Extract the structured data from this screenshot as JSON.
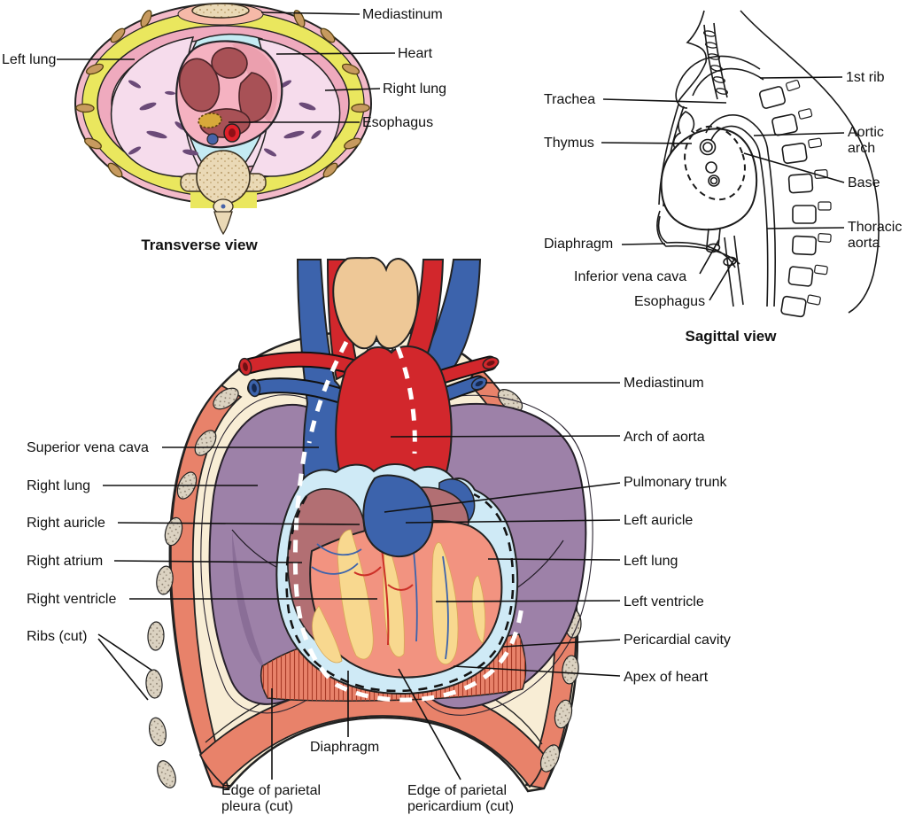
{
  "views": {
    "transverse": {
      "caption": "Transverse view",
      "labels": {
        "left_lung": "Left lung",
        "mediastinum": "Mediastinum",
        "heart": "Heart",
        "right_lung": "Right lung",
        "esophagus": "Esophagus"
      }
    },
    "sagittal": {
      "caption": "Sagittal view",
      "labels": {
        "first_rib": "1st rib",
        "trachea": "Trachea",
        "aortic_arch": "Aortic arch",
        "thymus": "Thymus",
        "base": "Base",
        "thoracic_aorta": "Thoracic aorta",
        "diaphragm": "Diaphragm",
        "inferior_vena_cava": "Inferior vena cava",
        "esophagus": "Esophagus"
      }
    },
    "anterior": {
      "labels": {
        "mediastinum": "Mediastinum",
        "superior_vena_cava": "Superior vena cava",
        "arch_of_aorta": "Arch of aorta",
        "right_lung": "Right lung",
        "pulmonary_trunk": "Pulmonary trunk",
        "right_auricle": "Right auricle",
        "left_auricle": "Left auricle",
        "right_atrium": "Right atrium",
        "left_lung": "Left lung",
        "right_ventricle": "Right ventricle",
        "left_ventricle": "Left ventricle",
        "ribs_cut": "Ribs (cut)",
        "pericardial_cavity": "Pericardial cavity",
        "apex_of_heart": "Apex of heart",
        "diaphragm": "Diaphragm",
        "edge_of_parietal_pleura_cut": "Edge of parietal pleura (cut)",
        "edge_of_parietal_pericardium_cut": "Edge of parietal pericardium (cut)"
      }
    }
  },
  "palette": {
    "body_wall_salmon": "#e8826a",
    "rib_marrow_beige": "#dbd2c1",
    "chest_cream": "#f8edd5",
    "lung_purple": "#9d81a8",
    "lung_purple_dark": "#8a6e97",
    "heart_ventricle_salmon": "#f29380",
    "heart_atrium_mauve": "#b26f73",
    "epicardial_fat_yellow": "#f8d88f",
    "artery_red": "#d2272c",
    "vein_blue": "#3c63ac",
    "pericardium_light_blue": "#cfeaf6",
    "thyroid_tan": "#eec897",
    "trachea_gray": "#ccd5dd",
    "transverse_fat_yellow": "#eae75e",
    "transverse_muscle_pink": "#efaabe",
    "transverse_lung_pink": "#f6dcec",
    "transverse_fluid_cyan": "#c4ebf3",
    "transverse_heart_wall_pink": "#f5b2c1",
    "transverse_heart_chamber": "#a85156",
    "bone_cream": "#ead9b6",
    "esophagus_yellow": "#d8a93a",
    "line_black": "#1a1a1a"
  }
}
